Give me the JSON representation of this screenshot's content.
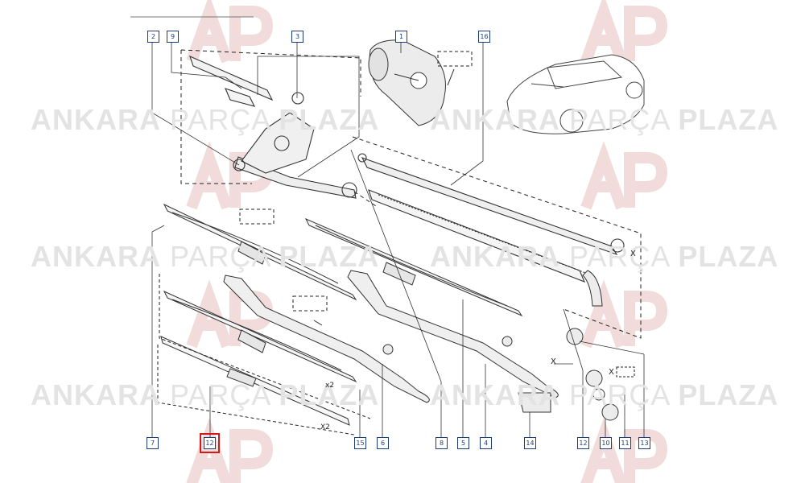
{
  "watermark": {
    "brand_part1": "ANKARA",
    "brand_part2": "PARÇA",
    "brand_part3": "PLAZA",
    "logo_letters": "AP",
    "logo_color": "#f2d6d6",
    "text_color": "#e0e0e0"
  },
  "diagram": {
    "callouts": [
      "1",
      "2",
      "3",
      "4",
      "5",
      "6",
      "7",
      "8",
      "9",
      "10",
      "11",
      "12",
      "12",
      "13",
      "14",
      "15",
      "16"
    ],
    "highlighted_callout": "12",
    "highlight_color": "#d21a1a",
    "callout_color": "#1c3d7a",
    "quantity_labels": [
      "x2",
      "X2"
    ],
    "detail_markers": [
      "X",
      "X",
      "X"
    ]
  }
}
